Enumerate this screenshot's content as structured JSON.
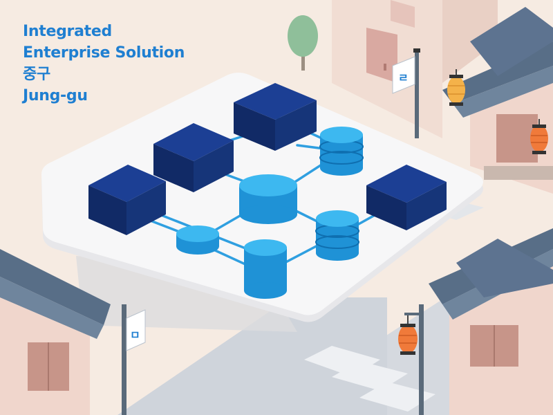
{
  "title": {
    "line1": "Integrated",
    "line2": "Enterprise Solution",
    "line3": "중구",
    "line4": "Jung-gu"
  },
  "signs": {
    "right_sign": "ㄹ",
    "left_sign": "ㅁ"
  },
  "icons": {
    "server": "server-block-icon",
    "database": "database-cylinder-icon",
    "lantern": "paper-lantern-icon",
    "tree": "tree-icon"
  },
  "colors": {
    "title_text": "#1f7fd1",
    "server_dark": "#13337e",
    "database_light": "#29a8e8",
    "connector": "#2f9fe0",
    "platform": "#f7f7f8",
    "roof_tile": "#5a6f86",
    "lantern_orange": "#f07a3a",
    "lantern_yellow": "#f4b24a",
    "background": "#f6ebe2"
  }
}
